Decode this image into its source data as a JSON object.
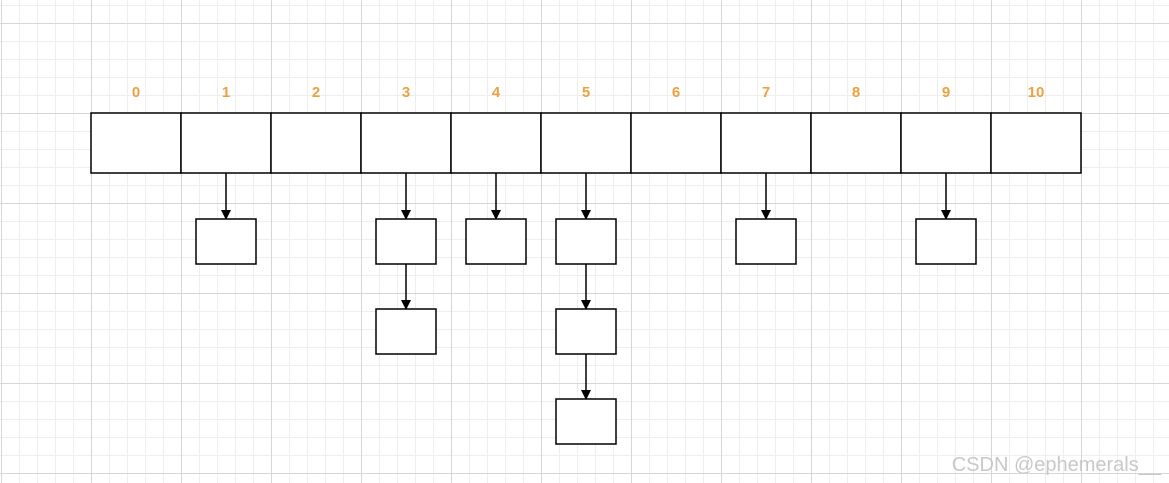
{
  "diagram": {
    "indices": [
      "0",
      "1",
      "2",
      "3",
      "4",
      "5",
      "6",
      "7",
      "8",
      "9",
      "10"
    ],
    "chains": [
      {
        "bucket": 1,
        "length": 1
      },
      {
        "bucket": 3,
        "length": 2
      },
      {
        "bucket": 4,
        "length": 1
      },
      {
        "bucket": 5,
        "length": 3
      },
      {
        "bucket": 7,
        "length": 1
      },
      {
        "bucket": 9,
        "length": 1
      }
    ],
    "colors": {
      "index_label": "#f0a040",
      "stroke": "#000000",
      "grid_major": "#d6d6d6",
      "grid_minor": "#eeeeee"
    }
  },
  "watermark": "CSDN @ephemerals__"
}
